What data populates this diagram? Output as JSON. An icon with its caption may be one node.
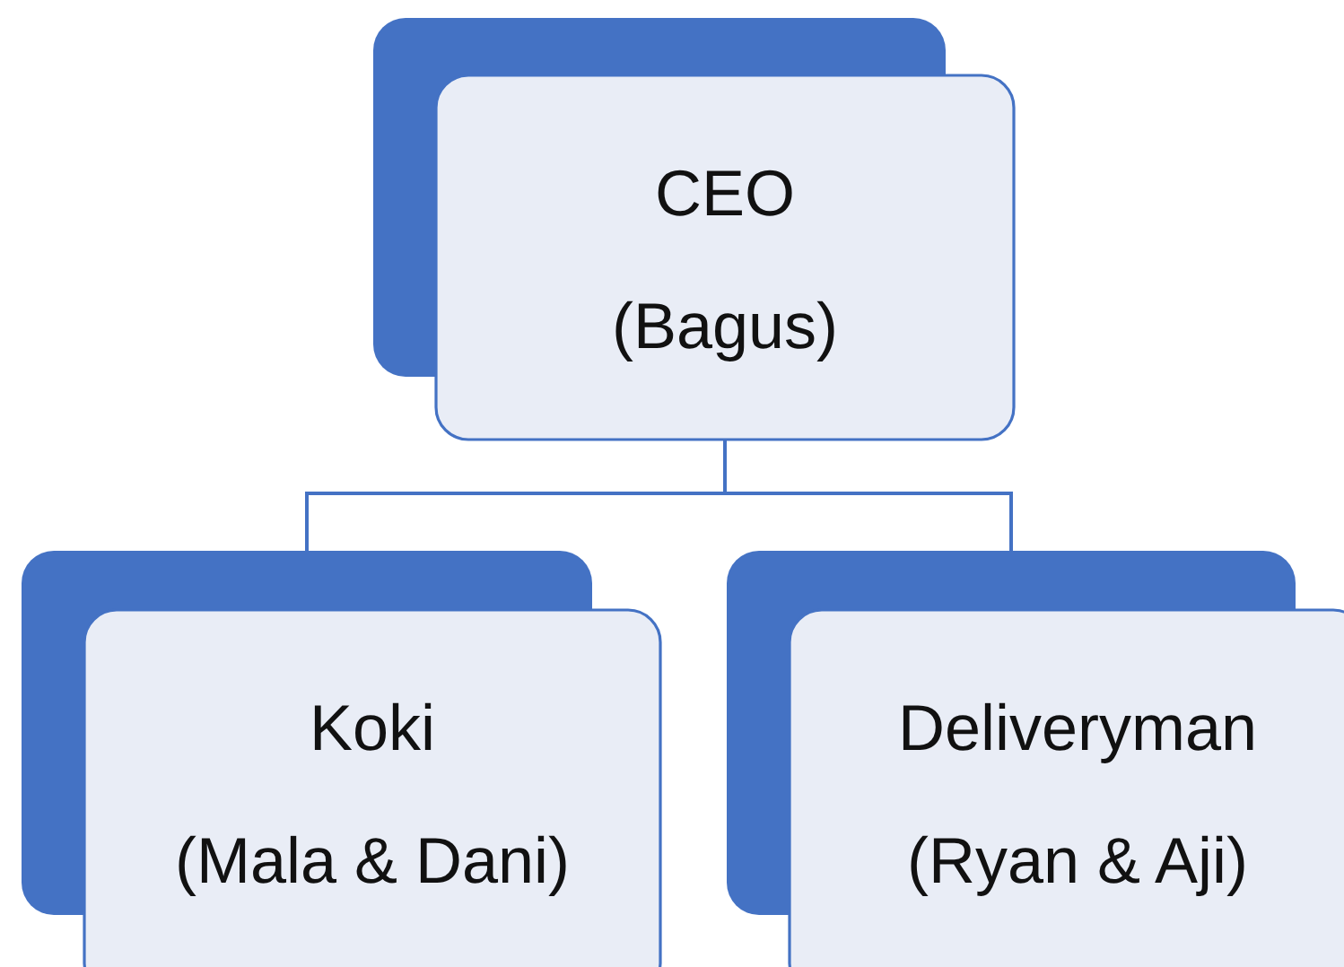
{
  "diagram": {
    "nodes": [
      {
        "text": [
          "CEO",
          "(Bagus)"
        ]
      },
      {
        "text": [
          "Koki",
          "(Mala & Dani)"
        ]
      },
      {
        "text": [
          "Deliveryman",
          "(Ryan & Aji)"
        ]
      }
    ],
    "edges": [
      {
        "from": 0,
        "to": 1,
        "arrow": "none"
      },
      {
        "from": 0,
        "to": 2,
        "arrow": "none"
      }
    ]
  }
}
